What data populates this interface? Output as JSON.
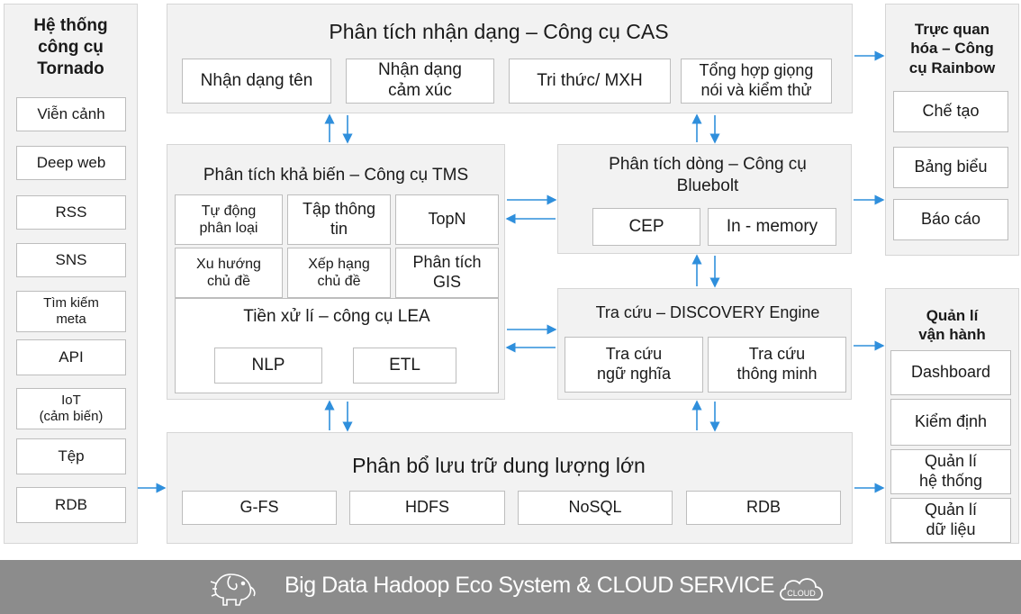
{
  "left_panel": {
    "title": "Hệ thống\ncông cụ\nTornado",
    "items": [
      "Viễn cảnh",
      "Deep web",
      "RSS",
      "SNS",
      "Tìm kiếm\nmeta",
      "API",
      "IoT\n(cảm biến)",
      "Tệp",
      "RDB"
    ]
  },
  "cas": {
    "title": "Phân tích nhận dạng – Công cụ CAS",
    "items": [
      "Nhận dạng tên",
      "Nhận dạng\ncảm xúc",
      "Tri thức/ MXH",
      "Tổng hợp giọng\nnói và kiểm thử"
    ]
  },
  "tms": {
    "title": "Phân tích khả biến – Công cụ TMS",
    "items": [
      "Tự động\nphân loại",
      "Tập thông\ntin",
      "TopN",
      "Xu hướng\nchủ đề",
      "Xếp hạng\nchủ đề",
      "Phân tích\nGIS"
    ]
  },
  "lea": {
    "title": "Tiền xử lí – công cụ LEA",
    "items": [
      "NLP",
      "ETL"
    ]
  },
  "bluebolt": {
    "title": "Phân tích dòng – Công cụ\nBluebolt",
    "items": [
      "CEP",
      "In - memory"
    ]
  },
  "discovery": {
    "title": "Tra cứu – DISCOVERY Engine",
    "items": [
      "Tra cứu\nngữ nghĩa",
      "Tra cứu\nthông minh"
    ]
  },
  "storage": {
    "title": "Phân bổ lưu trữ dung lượng lớn",
    "items": [
      "G-FS",
      "HDFS",
      "NoSQL",
      "RDB"
    ]
  },
  "rainbow": {
    "title": "Trực quan\nhóa – Công\ncụ Rainbow",
    "items": [
      "Chế tạo",
      "Bảng biểu",
      "Báo cáo"
    ]
  },
  "operations": {
    "title": "Quản lí\nvận hành",
    "items": [
      "Dashboard",
      "Kiểm định",
      "Quản lí\nhệ thống",
      "Quản lí\ndữ liệu"
    ]
  },
  "footer": {
    "text": "Big Data Hadoop Eco System  &  CLOUD SERVICE",
    "cloud_label": "CLOUD",
    "elephant_icon": "elephant-icon",
    "cloud_icon": "cloud-icon"
  },
  "colors": {
    "arrow": "#2f8fdc",
    "footer": "#8c8c8c",
    "panel": "#f2f2f2"
  }
}
